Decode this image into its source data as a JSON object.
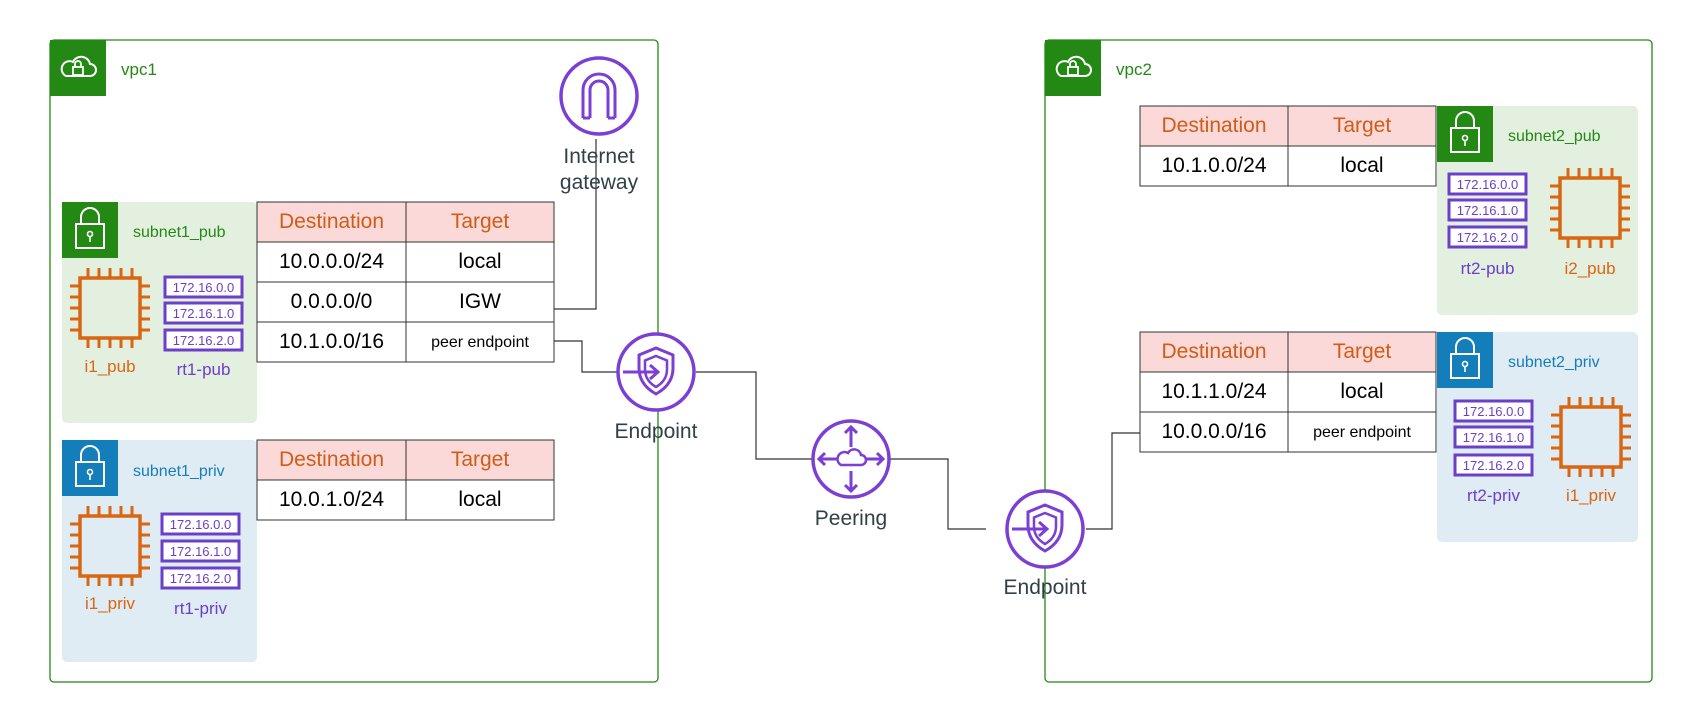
{
  "colors": {
    "vpc_green": "#248814",
    "subnet_pub_fill": "#e3f0e0",
    "subnet_priv_fill": "#e0ecf3",
    "subnet_priv_blue": "#147eba",
    "purple": "#7b3fd3",
    "orange": "#d86613",
    "header_fill": "#fbd9d9",
    "header_text": "#d05c17"
  },
  "vpcs": [
    {
      "name": "vpc1",
      "icon": "vpc-cloud-lock-icon"
    },
    {
      "name": "vpc2",
      "icon": "vpc-cloud-lock-icon"
    }
  ],
  "subnets": [
    {
      "name": "subnet1_pub",
      "type": "public",
      "instance": "i1_pub",
      "route_table": "rt1-pub",
      "rt_entries": [
        "172.16.0.0",
        "172.16.1.0",
        "172.16.2.0"
      ]
    },
    {
      "name": "subnet1_priv",
      "type": "private",
      "instance": "i1_priv",
      "route_table": "rt1-priv",
      "rt_entries": [
        "172.16.0.0",
        "172.16.1.0",
        "172.16.2.0"
      ]
    },
    {
      "name": "subnet2_pub",
      "type": "public",
      "instance": "i2_pub",
      "route_table": "rt2-pub",
      "rt_entries": [
        "172.16.0.0",
        "172.16.1.0",
        "172.16.2.0"
      ]
    },
    {
      "name": "subnet2_priv",
      "type": "private",
      "instance": "i1_priv",
      "route_table": "rt2-priv",
      "rt_entries": [
        "172.16.0.0",
        "172.16.1.0",
        "172.16.2.0"
      ]
    }
  ],
  "route_tables": [
    {
      "header": [
        "Destination",
        "Target"
      ],
      "rows": [
        [
          "10.0.0.0/24",
          "local"
        ],
        [
          "0.0.0.0/0",
          "IGW"
        ],
        [
          "10.1.0.0/16",
          "peer endpoint"
        ]
      ]
    },
    {
      "header": [
        "Destination",
        "Target"
      ],
      "rows": [
        [
          "10.0.1.0/24",
          "local"
        ]
      ]
    },
    {
      "header": [
        "Destination",
        "Target"
      ],
      "rows": [
        [
          "10.1.0.0/24",
          "local"
        ]
      ]
    },
    {
      "header": [
        "Destination",
        "Target"
      ],
      "rows": [
        [
          "10.1.1.0/24",
          "local"
        ],
        [
          "10.0.0.0/16",
          "peer endpoint"
        ]
      ]
    }
  ],
  "services": {
    "internet_gateway": {
      "label_lines": [
        "Internet",
        "gateway"
      ],
      "icon": "internet-gateway-icon"
    },
    "endpoint_1": {
      "label": "Endpoint",
      "icon": "endpoint-shield-icon"
    },
    "peering": {
      "label": "Peering",
      "icon": "peering-router-icon"
    },
    "endpoint_2": {
      "label": "Endpoint",
      "icon": "endpoint-shield-icon"
    }
  }
}
